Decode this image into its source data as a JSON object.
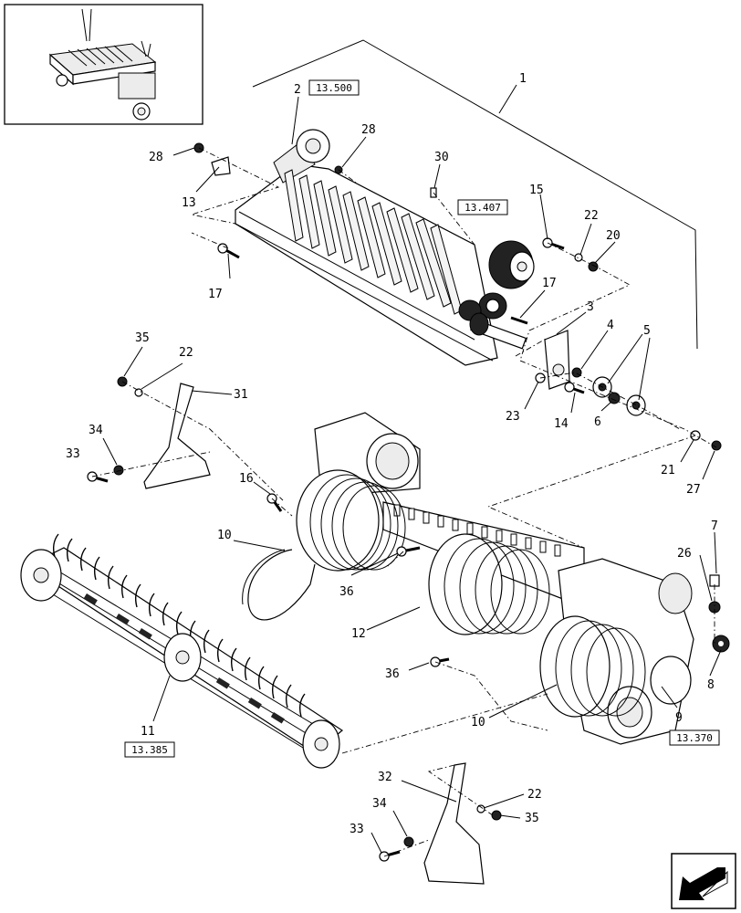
{
  "diagram": {
    "callouts": [
      {
        "id": "c1",
        "text": "1"
      },
      {
        "id": "c2",
        "text": "2"
      },
      {
        "id": "c3",
        "text": "3"
      },
      {
        "id": "c4",
        "text": "4"
      },
      {
        "id": "c5",
        "text": "5"
      },
      {
        "id": "c6",
        "text": "6"
      },
      {
        "id": "c7",
        "text": "7"
      },
      {
        "id": "c8",
        "text": "8"
      },
      {
        "id": "c9",
        "text": "9"
      },
      {
        "id": "c10a",
        "text": "10"
      },
      {
        "id": "c10b",
        "text": "10"
      },
      {
        "id": "c11",
        "text": "11"
      },
      {
        "id": "c12",
        "text": "12"
      },
      {
        "id": "c13",
        "text": "13"
      },
      {
        "id": "c14",
        "text": "14"
      },
      {
        "id": "c15",
        "text": "15"
      },
      {
        "id": "c16",
        "text": "16"
      },
      {
        "id": "c17a",
        "text": "17"
      },
      {
        "id": "c17b",
        "text": "17"
      },
      {
        "id": "c20",
        "text": "20"
      },
      {
        "id": "c21",
        "text": "21"
      },
      {
        "id": "c22a",
        "text": "22"
      },
      {
        "id": "c22b",
        "text": "22"
      },
      {
        "id": "c22c",
        "text": "22"
      },
      {
        "id": "c23",
        "text": "23"
      },
      {
        "id": "c26",
        "text": "26"
      },
      {
        "id": "c27",
        "text": "27"
      },
      {
        "id": "c28a",
        "text": "28"
      },
      {
        "id": "c28b",
        "text": "28"
      },
      {
        "id": "c30",
        "text": "30"
      },
      {
        "id": "c31",
        "text": "31"
      },
      {
        "id": "c32",
        "text": "32"
      },
      {
        "id": "c33a",
        "text": "33"
      },
      {
        "id": "c33b",
        "text": "33"
      },
      {
        "id": "c34a",
        "text": "34"
      },
      {
        "id": "c34b",
        "text": "34"
      },
      {
        "id": "c35a",
        "text": "35"
      },
      {
        "id": "c35b",
        "text": "35"
      },
      {
        "id": "c36a",
        "text": "36"
      },
      {
        "id": "c36b",
        "text": "36"
      }
    ],
    "references": [
      {
        "id": "r1",
        "text": "13.500"
      },
      {
        "id": "r2",
        "text": "13.407"
      },
      {
        "id": "r3",
        "text": "13.385"
      },
      {
        "id": "r4",
        "text": "13.370"
      }
    ]
  },
  "icons": {
    "nav_arrow": "arrow-down-left-icon",
    "thumbnail": "machine-overview-thumbnail"
  }
}
